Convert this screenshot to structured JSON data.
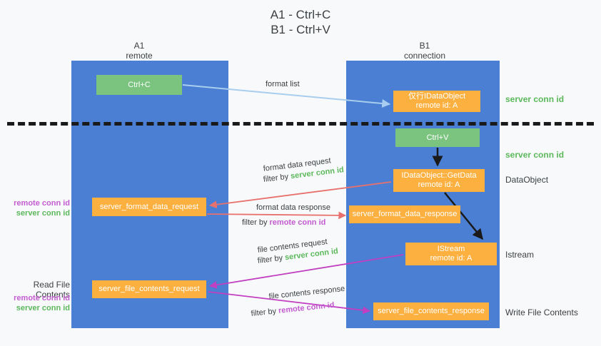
{
  "title": {
    "line1": "A1 - Ctrl+C",
    "line2": "B1 - Ctrl+V"
  },
  "columns": {
    "a1": {
      "name": "A1",
      "role": "remote"
    },
    "b1": {
      "name": "B1",
      "role": "connection"
    }
  },
  "nodes": {
    "ctrl_c": {
      "label": "Ctrl+C",
      "color": "#7ac47f"
    },
    "idataobject": {
      "line1": "仅行IDataObject",
      "line2": "remote id: A",
      "color": "#fbb040"
    },
    "ctrl_v": {
      "label": "Ctrl+V",
      "color": "#7ac47f"
    },
    "getdata": {
      "line1": "IDataObject::GetData",
      "line2": "remote id: A",
      "color": "#fbb040"
    },
    "server_format_data_request": {
      "label": "server_format_data_request",
      "color": "#fbb040"
    },
    "server_format_data_response": {
      "label": "server_format_data_response",
      "color": "#fbb040"
    },
    "istream": {
      "line1": "IStream",
      "line2": "remote id: A",
      "color": "#fbb040"
    },
    "server_file_contents_request": {
      "label": "server_file_contents_request",
      "color": "#fbb040"
    },
    "server_file_contents_response": {
      "label": "server_file_contents_response",
      "color": "#fbb040"
    }
  },
  "edges": {
    "format_list": "format list",
    "format_data_request": "format data request",
    "format_data_request_filter_prefix": "filter by ",
    "format_data_request_filter_value": "server conn id",
    "format_data_response": "format data response",
    "format_data_response_filter_prefix": "filter by ",
    "format_data_response_filter_value": "remote conn id",
    "file_contents_request": "file contents request",
    "file_contents_request_filter_prefix": "filter by ",
    "file_contents_request_filter_value": "server conn id",
    "file_contents_response": "file contents response",
    "file_contents_response_filter_prefix": "filter by ",
    "file_contents_response_filter_value": "remote conn id"
  },
  "right_notes": {
    "server_conn_id_top": "server conn id",
    "server_conn_id_mid": "server conn id",
    "dataobject": "DataObject",
    "istream": "Istream",
    "write_file_contents": "Write File Contents"
  },
  "left_notes": {
    "remote_conn_id_1": "remote conn id",
    "server_conn_id_1": "server conn id",
    "read_file_contents": "Read File Contents",
    "remote_conn_id_2": "remote conn id",
    "server_conn_id_2": "server conn id"
  },
  "colors": {
    "lane": "#4a7fd4",
    "green_node": "#7ac47f",
    "orange_node": "#fbb040",
    "server_conn_id": "#5cb85c",
    "remote_conn_id": "#c35bd1",
    "arrow_blue": "#a8cdee",
    "arrow_red": "#e8716d",
    "arrow_magenta": "#c13fc1",
    "arrow_black": "#1a1a1a",
    "background": "#f8f9fa"
  }
}
